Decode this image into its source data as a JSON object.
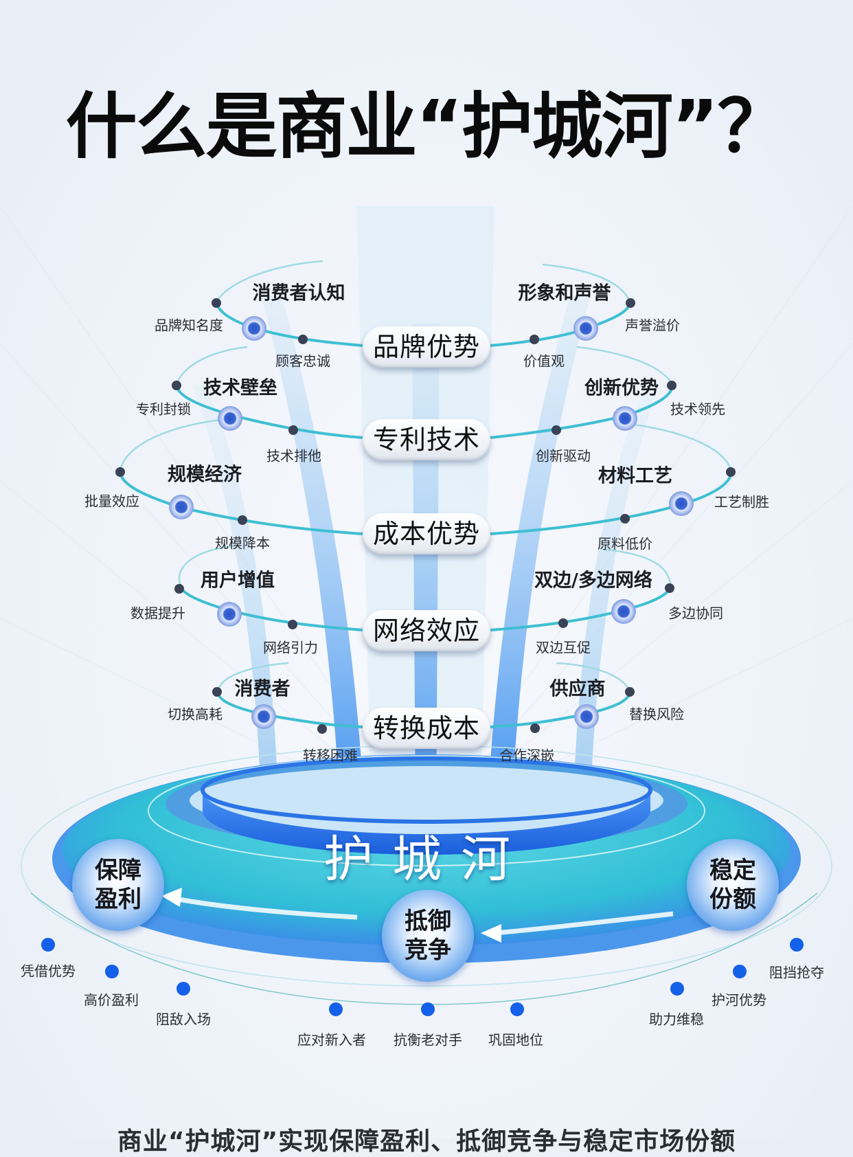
{
  "title": "什么是商业“护城河”？",
  "tiers": [
    {
      "label": "品牌优势",
      "left": {
        "heading": "消费者认知",
        "outer": "品牌知名度",
        "inner": "顾客忠诚"
      },
      "right": {
        "heading": "形象和声誉",
        "outer": "声誉溢价",
        "inner": "价值观"
      }
    },
    {
      "label": "专利技术",
      "left": {
        "heading": "技术壁垒",
        "outer": "专利封锁",
        "inner": "技术排他"
      },
      "right": {
        "heading": "创新优势",
        "outer": "技术领先",
        "inner": "创新驱动"
      }
    },
    {
      "label": "成本优势",
      "left": {
        "heading": "规模经济",
        "outer": "批量效应",
        "inner": "规模降本"
      },
      "right": {
        "heading": "材料工艺",
        "outer": "工艺制胜",
        "inner": "原料低价"
      }
    },
    {
      "label": "网络效应",
      "left": {
        "heading": "用户增值",
        "outer": "数据提升",
        "inner": "网络引力"
      },
      "right": {
        "heading": "双边/多边网络",
        "outer": "多边协同",
        "inner": "双边互促"
      }
    },
    {
      "label": "转换成本",
      "left": {
        "heading": "消费者",
        "outer": "切换高耗",
        "inner": "转移困难"
      },
      "right": {
        "heading": "供应商",
        "outer": "替换风险",
        "inner": "合作深嵌"
      }
    }
  ],
  "moat": {
    "label": "护城河",
    "bubbles": [
      {
        "line1": "保障",
        "line2": "盈利"
      },
      {
        "line1": "抵御",
        "line2": "竞争"
      },
      {
        "line1": "稳定",
        "line2": "份额"
      }
    ]
  },
  "benefits": {
    "profit": [
      "凭借优势",
      "高价盈利",
      "阻敌入场"
    ],
    "compete": [
      "应对新入者",
      "抗衡老对手",
      "巩固地位"
    ],
    "share": [
      "助力维稳",
      "护河优势",
      "阻挡抢夺"
    ]
  },
  "footer": "商业“护城河”实现保障盈利、抵御竞争与稳定市场份额",
  "colors": {
    "curve": "#3fbfd2",
    "node": "#3a4255",
    "water": "#35c3d8",
    "wall": "#2b74e6",
    "dot": "#1560e8"
  }
}
